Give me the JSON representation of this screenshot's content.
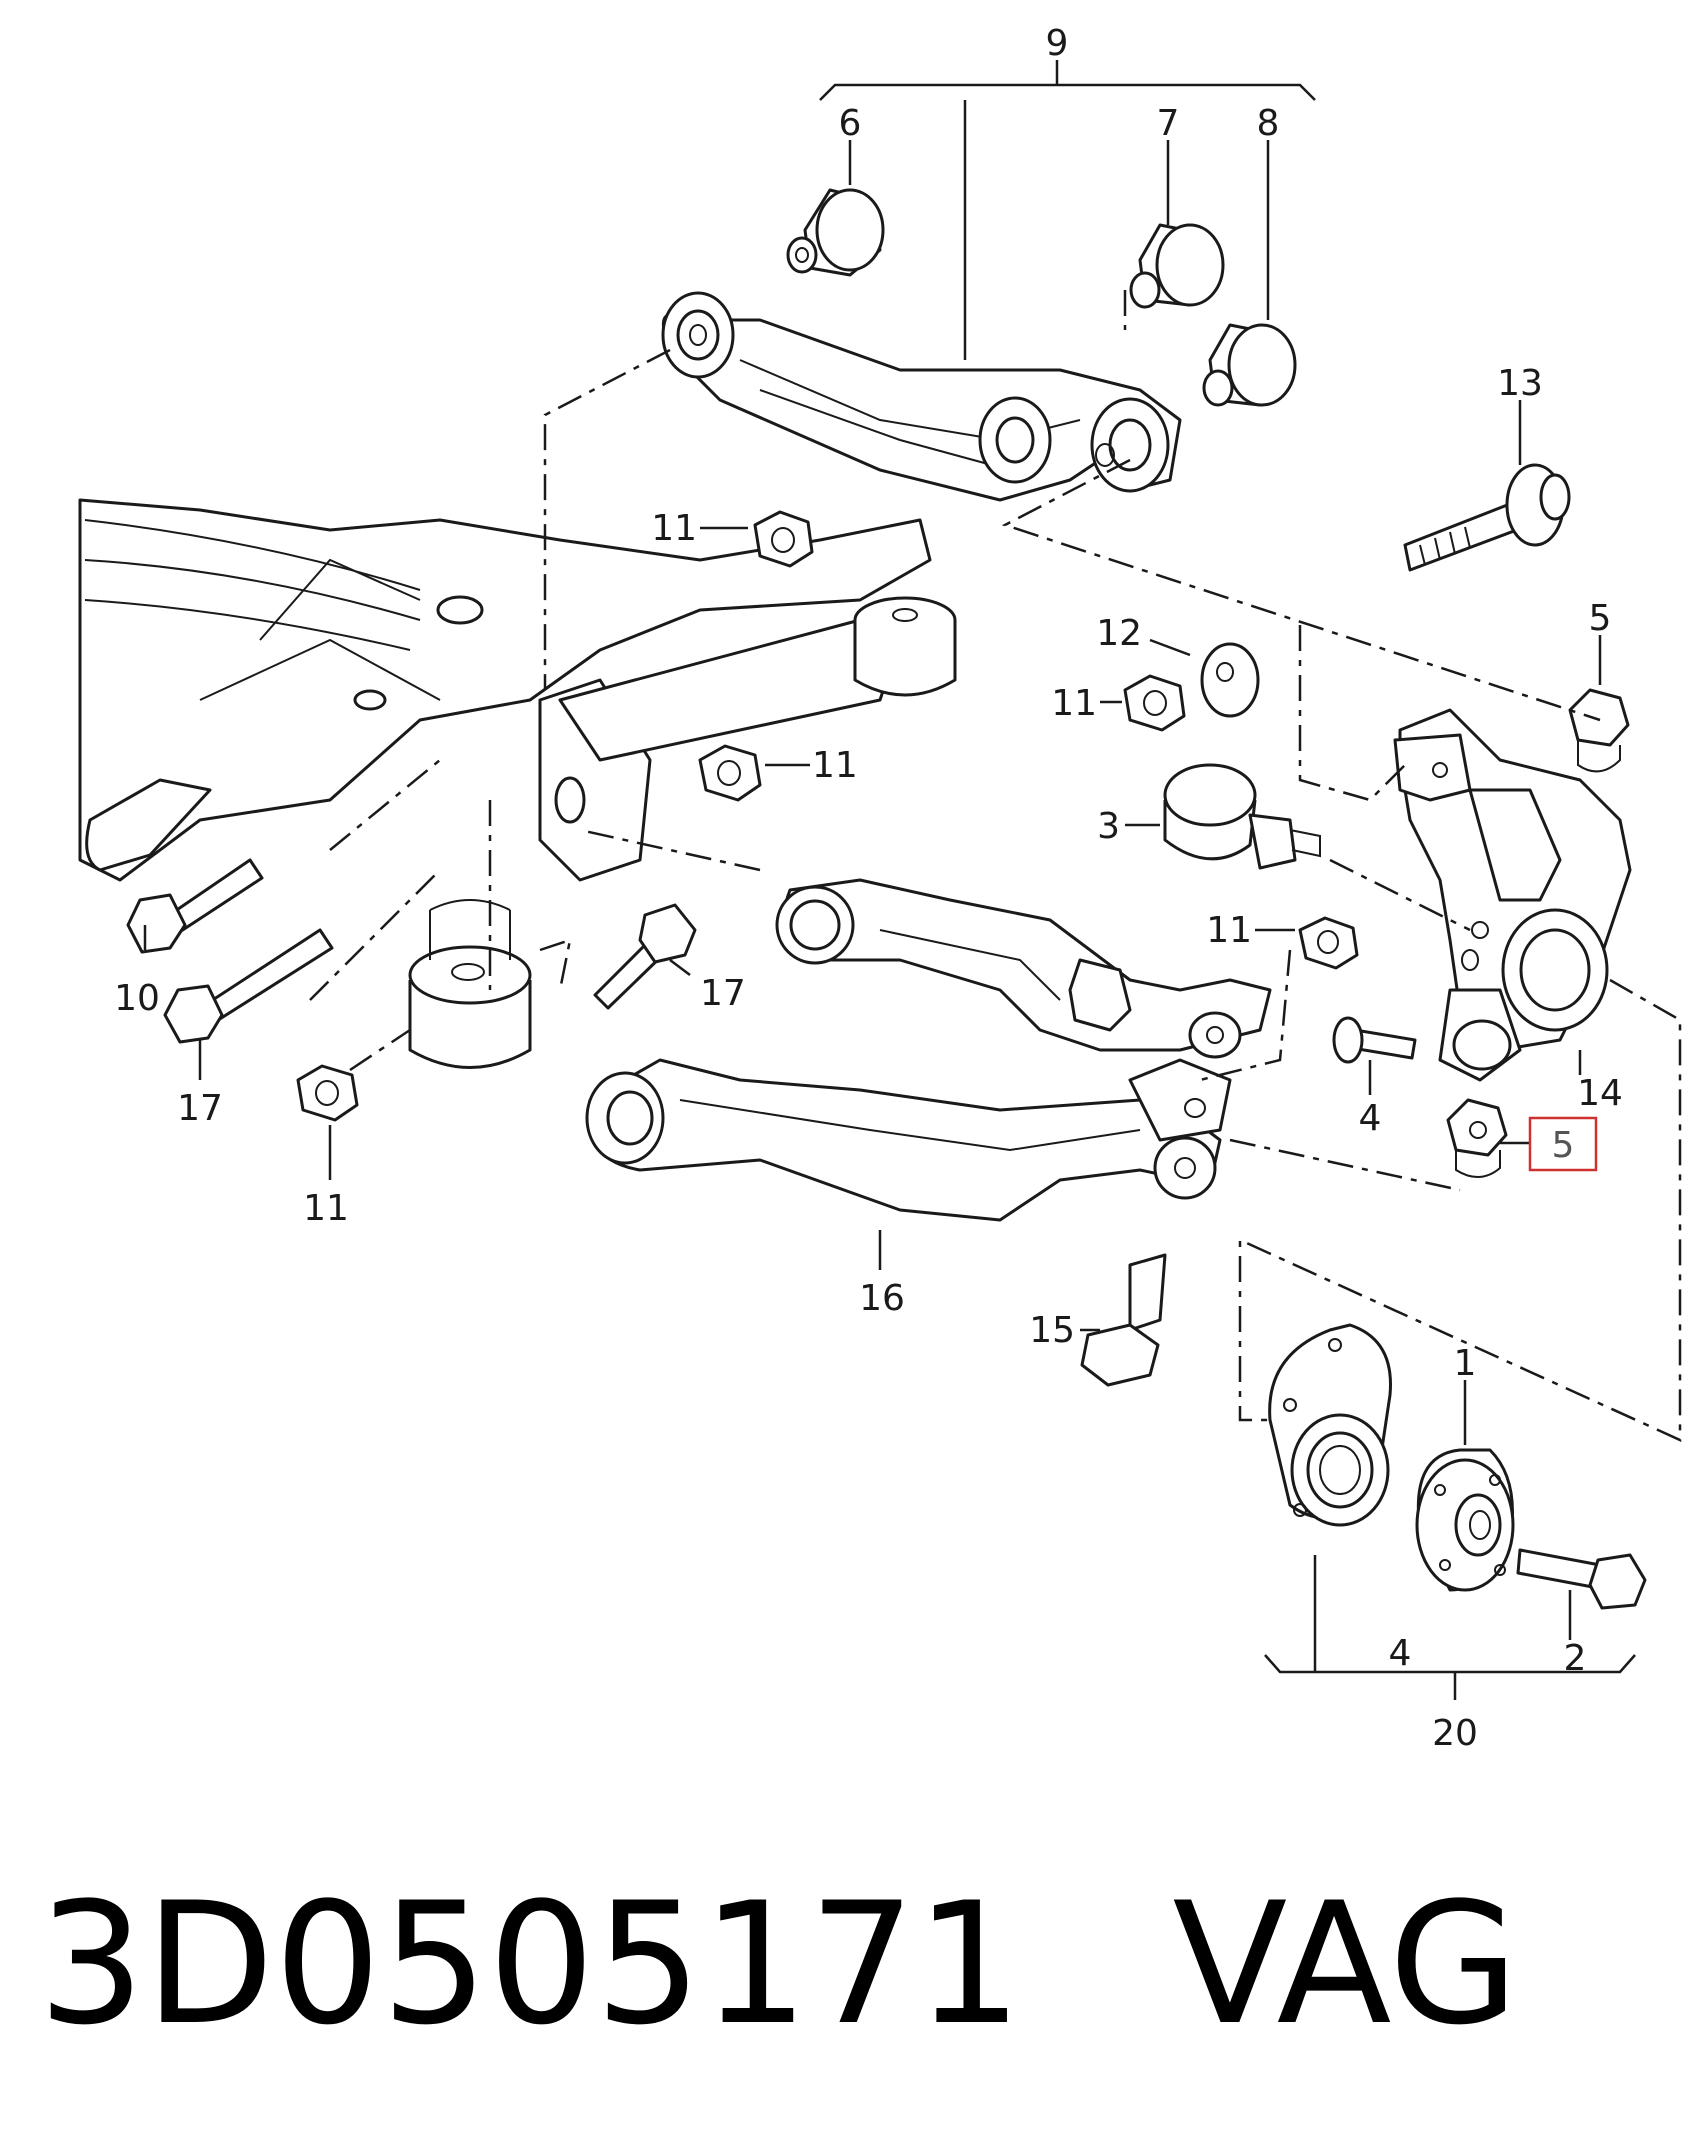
{
  "part_number": "3D0505171",
  "brand": "VAG",
  "highlight_color": "#d03030",
  "callouts": {
    "c9": "9",
    "c6": "6",
    "c7": "7",
    "c8": "8",
    "c13": "13",
    "c11a": "11",
    "c11b": "11",
    "c11c": "11",
    "c11d": "11",
    "c11e": "11",
    "c12": "12",
    "c5a": "5",
    "c3": "3",
    "c10": "10",
    "c17a": "17",
    "c17b": "17",
    "c4a": "4",
    "c14": "14",
    "c5b": "5",
    "c16": "16",
    "c15": "15",
    "c1": "1",
    "c2": "2",
    "c4b": "4",
    "c20": "20"
  }
}
